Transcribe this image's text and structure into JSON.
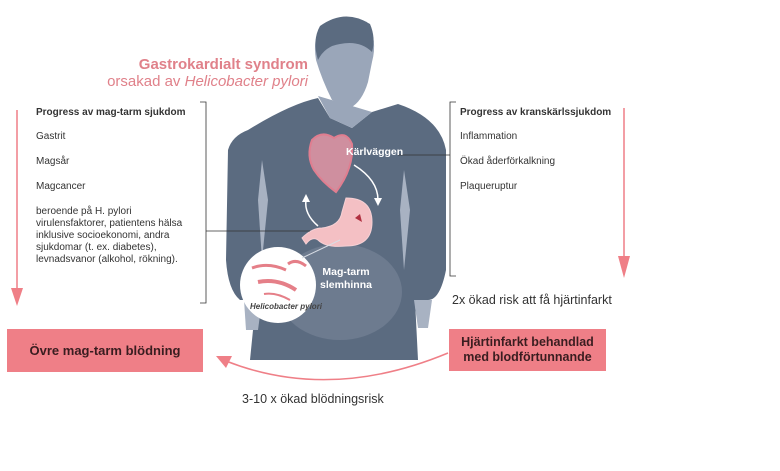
{
  "title": {
    "line1": "Gastrokardialt syndrom",
    "line2_prefix": "orsakad av ",
    "line2_italic": "Helicobacter pylori"
  },
  "left_panel": {
    "header": "Progress av mag-tarm sjukdom",
    "items": [
      "Gastrit",
      "Magsår",
      "Magcancer"
    ],
    "note": "beroende på H. pylori virulensfaktorer, patientens hälsa inklusive socioekonomi, andra sjukdomar (t. ex. diabetes), levnadsvanor (alkohol, rökning)."
  },
  "right_panel": {
    "header": "Progress av kranskärlssjukdom",
    "items": [
      "Inflammation",
      "Ökad åderförkalkning",
      "Plaqueruptur"
    ]
  },
  "figure": {
    "heart_label": "Kärlväggen",
    "gut_label_line1": "Mag-tarm",
    "gut_label_line2": "slemhinna",
    "bacteria_label": "Helicobacter pylori"
  },
  "outcomes": {
    "right_risk": "2x ökad risk att få hjärtinfarkt",
    "right_box_line1": "Hjärtinfarkt behandlad",
    "right_box_line2": "med blodförtunnande",
    "left_box": "Övre mag-tarm blödning",
    "bottom_risk": "3-10 x ökad blödningsrisk"
  },
  "colors": {
    "accent_pink": "#ef7f87",
    "title_pink": "#e0818a",
    "silhouette": "#5b6b80",
    "face": "#9aa6b9",
    "arrow": "#ef7f87"
  }
}
